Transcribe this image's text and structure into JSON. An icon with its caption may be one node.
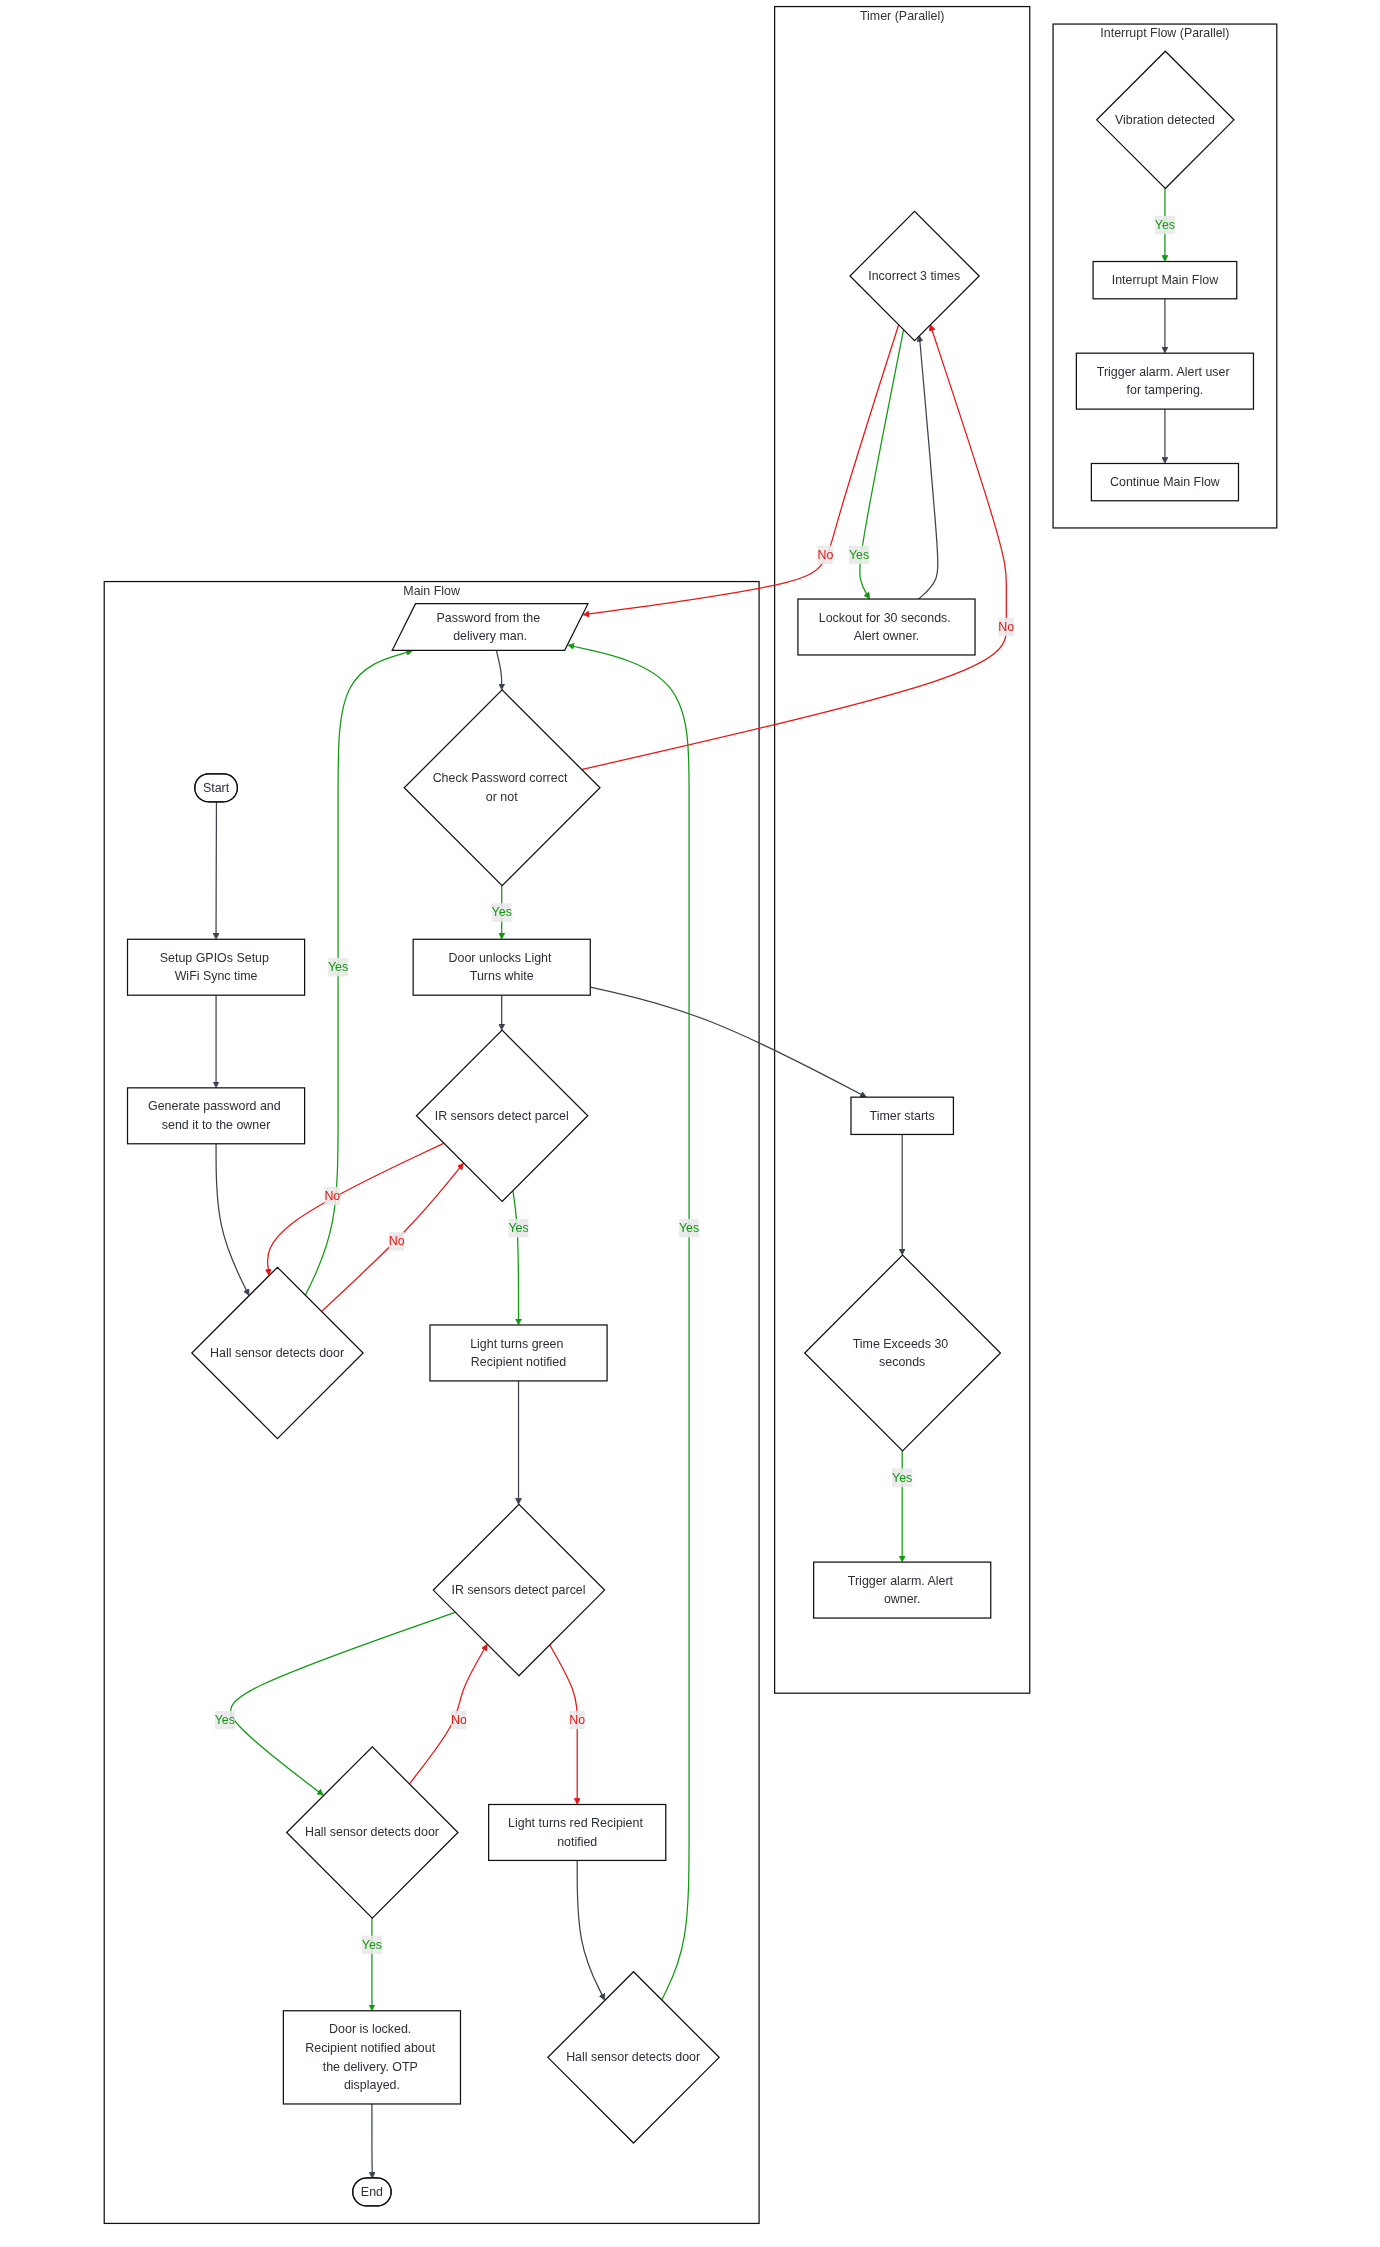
{
  "diagram": {
    "nodes": [
      {
        "text": [
          "Interrupt Flow (Parallel)"
        ]
      },
      {
        "text": [
          "Vibration detected"
        ],
        "in": 0
      },
      {
        "text": [
          "Interrupt Main Flow"
        ],
        "in": 0
      },
      {
        "text": [
          "Trigger alarm. Alert user for tampering."
        ],
        "in": 0
      },
      {
        "text": [
          "Continue Main Flow"
        ],
        "in": 0
      },
      {
        "text": [
          "Timer (Parallel)"
        ]
      },
      {
        "text": [
          "Timer starts"
        ],
        "in": 5
      },
      {
        "text": [
          "Time Exceeds 30 seconds"
        ],
        "in": 5
      },
      {
        "text": [
          "Trigger alarm. Alert owner."
        ],
        "in": 5
      },
      {
        "text": [
          "Incorrect 3 times"
        ],
        "in": 5
      },
      {
        "text": [
          "Lockout for 30 seconds. Alert owner."
        ],
        "in": 5
      },
      {
        "text": [
          "Main Flow"
        ]
      },
      {
        "text": [
          "Start"
        ],
        "in": 11
      },
      {
        "text": [
          "Setup GPIOs Setup WiFi Sync time"
        ],
        "in": 11
      },
      {
        "text": [
          "Generate password and send it to the owner"
        ],
        "in": 11
      },
      {
        "text": [
          "Hall sensor detects door"
        ],
        "in": 11
      },
      {
        "text": [
          "Password from the delivery man."
        ],
        "in": 11
      },
      {
        "text": [
          "Check Password correct or not"
        ],
        "in": 11
      },
      {
        "text": [
          "Door unlocks Light Turns white"
        ],
        "in": 11
      },
      {
        "text": [
          "IR sensors detect parcel"
        ],
        "in": 11
      },
      {
        "text": [
          "Light turns green Recipient notified"
        ],
        "in": 11
      },
      {
        "text": [
          "IR sensors detect parcel"
        ],
        "in": 11
      },
      {
        "text": [
          "Hall sensor detects door"
        ],
        "in": 11
      },
      {
        "text": [
          "Door is locked. Recipient notified about the delivery. OTP displayed."
        ],
        "in": 11
      },
      {
        "text": [
          "End"
        ],
        "in": 11
      },
      {
        "text": [
          "Hall sensor detects door"
        ],
        "in": 11
      },
      {
        "text": [
          "Light turns red Recipient notified"
        ],
        "in": 11
      }
    ],
    "edges": [
      {
        "from": 1,
        "to": 2,
        "arrow": "to",
        "label": "Yes",
        "color": "#119911"
      },
      {
        "from": 2,
        "to": 3,
        "arrow": "to"
      },
      {
        "from": 3,
        "to": 4,
        "arrow": "to"
      },
      {
        "from": 6,
        "to": 7,
        "arrow": "to"
      },
      {
        "from": 7,
        "to": 8,
        "arrow": "to",
        "label": "Yes",
        "color": "#119911"
      },
      {
        "from": 17,
        "to": 9,
        "arrow": "to",
        "label": "No",
        "color": "#e51515"
      },
      {
        "from": 9,
        "to": 10,
        "arrow": "to",
        "label": "Yes",
        "color": "#119911"
      },
      {
        "from": 10,
        "to": 9,
        "arrow": "to"
      },
      {
        "from": 9,
        "to": 16,
        "arrow": "to",
        "label": "No",
        "color": "#e51515"
      },
      {
        "from": 18,
        "to": 6,
        "arrow": "to"
      },
      {
        "from": 12,
        "to": 13,
        "arrow": "to"
      },
      {
        "from": 13,
        "to": 14,
        "arrow": "to"
      },
      {
        "from": 14,
        "to": 15,
        "arrow": "to"
      },
      {
        "from": 15,
        "to": 16,
        "arrow": "to",
        "label": "Yes",
        "color": "#119911"
      },
      {
        "from": 15,
        "to": 19,
        "arrow": "to",
        "label": "No",
        "color": "#e51515"
      },
      {
        "from": 16,
        "to": 17,
        "arrow": "to"
      },
      {
        "from": 17,
        "to": 18,
        "arrow": "to",
        "label": "Yes",
        "color": "#119911"
      },
      {
        "from": 18,
        "to": 19,
        "arrow": "to"
      },
      {
        "from": 19,
        "to": 15,
        "arrow": "to",
        "label": "No",
        "color": "#e51515"
      },
      {
        "from": 19,
        "to": 20,
        "arrow": "to",
        "label": "Yes",
        "color": "#119911"
      },
      {
        "from": 20,
        "to": 21,
        "arrow": "to"
      },
      {
        "from": 21,
        "to": 22,
        "arrow": "to",
        "label": "Yes",
        "color": "#119911"
      },
      {
        "from": 21,
        "to": 26,
        "arrow": "to",
        "label": "No",
        "color": "#e51515"
      },
      {
        "from": 26,
        "to": 25,
        "arrow": "to"
      },
      {
        "from": 25,
        "to": 16,
        "arrow": "to",
        "label": "Yes",
        "color": "#119911"
      },
      {
        "from": 22,
        "to": 21,
        "arrow": "to",
        "label": "No",
        "color": "#e51515"
      },
      {
        "from": 22,
        "to": 23,
        "arrow": "to",
        "label": "Yes",
        "color": "#119911"
      },
      {
        "from": 23,
        "to": 24,
        "arrow": "to"
      }
    ]
  }
}
